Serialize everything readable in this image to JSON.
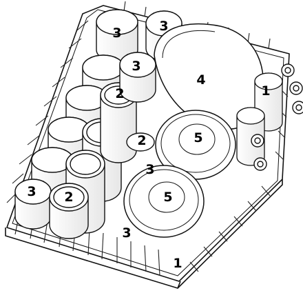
{
  "figure": {
    "kind": "dishwasher upper basket loading diagram",
    "callouts": [
      {
        "id": "c1",
        "label": "3"
      },
      {
        "id": "c2",
        "label": "3"
      },
      {
        "id": "c3",
        "label": "3"
      },
      {
        "id": "c4",
        "label": "4"
      },
      {
        "id": "c5",
        "label": "1"
      },
      {
        "id": "c6",
        "label": "2"
      },
      {
        "id": "c7",
        "label": "2"
      },
      {
        "id": "c8",
        "label": "5"
      },
      {
        "id": "c9",
        "label": "3"
      },
      {
        "id": "c10",
        "label": "5"
      },
      {
        "id": "c11",
        "label": "3"
      },
      {
        "id": "c12",
        "label": "2"
      },
      {
        "id": "c13",
        "label": "3"
      },
      {
        "id": "c14",
        "label": "1"
      }
    ]
  }
}
